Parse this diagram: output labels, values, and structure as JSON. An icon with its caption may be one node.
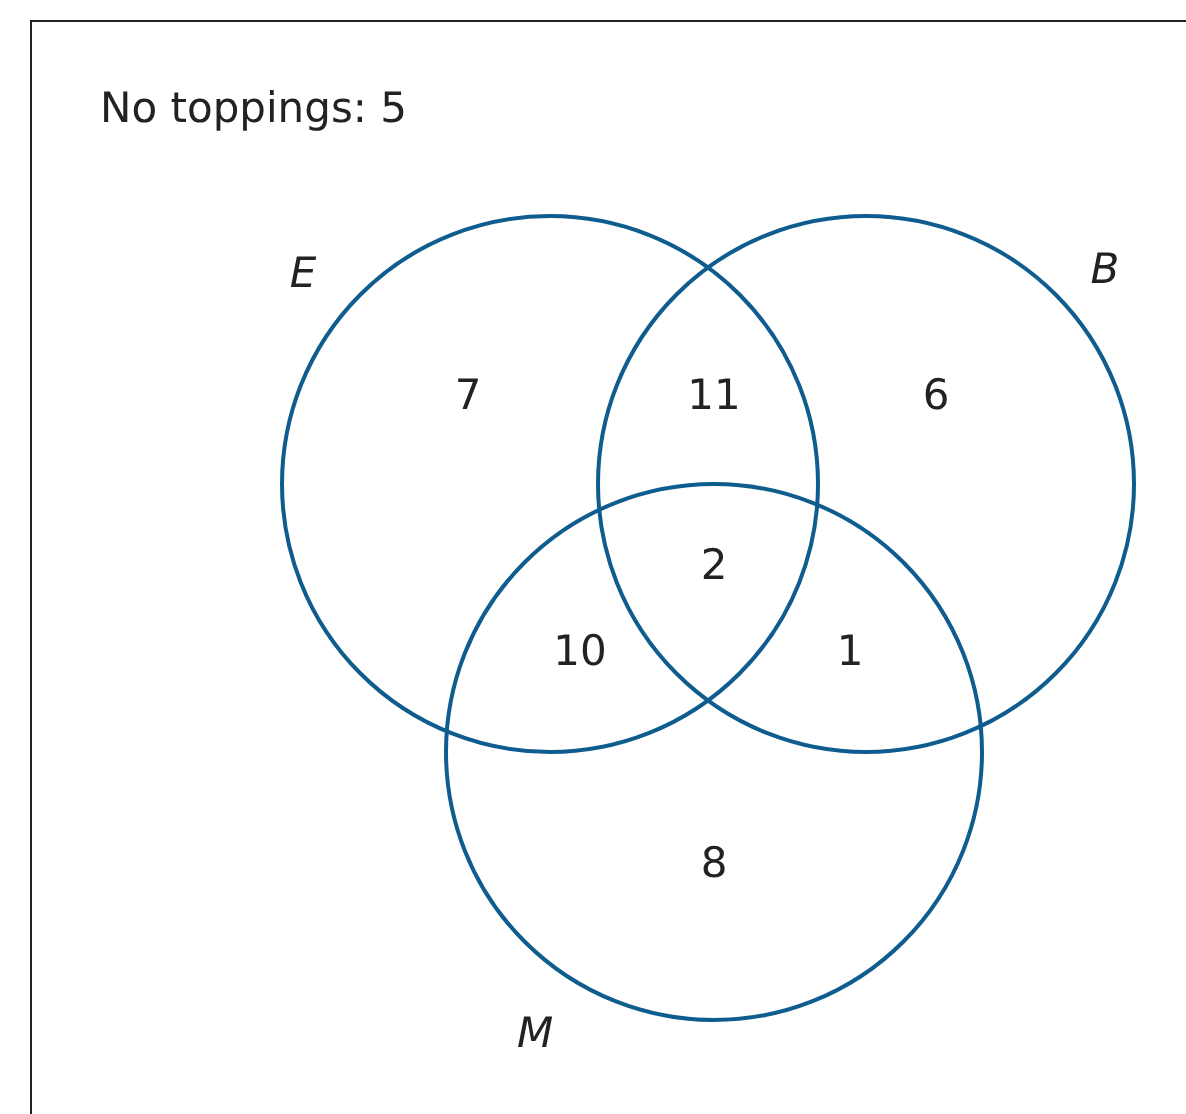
{
  "diagram": {
    "nodes": [
      {
        "text": [
          "No toppings: 5"
        ]
      },
      {
        "text": [
          "E"
        ],
        "in": 0
      },
      {
        "text": [
          "B"
        ],
        "in": 0
      },
      {
        "text": [
          "M"
        ],
        "in": 0
      }
    ],
    "labels": [
      "7",
      "11",
      "6",
      "2",
      "10",
      "1",
      "8"
    ]
  }
}
